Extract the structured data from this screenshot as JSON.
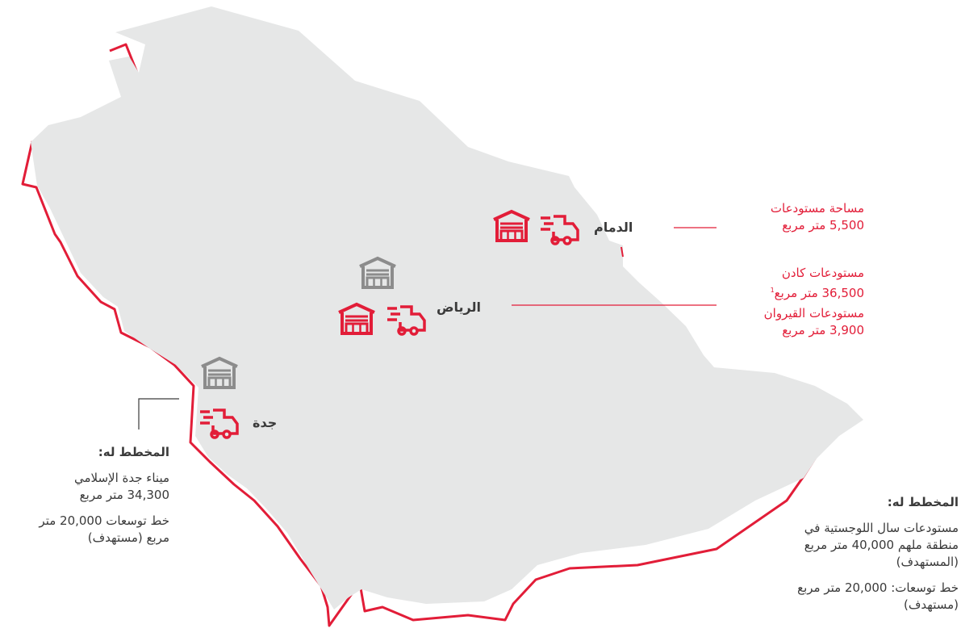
{
  "colors": {
    "accent": "#e21d38",
    "land": "#e6e7e7",
    "existing_icon": "#e21d38",
    "planned_icon": "#8c8c8c",
    "text": "#3a3a3a"
  },
  "cities": {
    "dammam": "الدمام",
    "riyadh": "الرياض",
    "jeddah": "جدة"
  },
  "dammam_info": {
    "line1": "مساحة مستودعات",
    "line2": "5,500 متر مربع"
  },
  "riyadh_info": {
    "kadan_name": "مستودعات كادن",
    "kadan_area": "36,500 متر مربع",
    "kadan_footnote": "1",
    "qairawan_name": "مستودعات القيروان",
    "qairawan_area": "3,900 متر مربع"
  },
  "jeddah_planned": {
    "heading": "المخطط له:",
    "line1": "ميناء جدة الإسلامي",
    "line2": "34,300 متر مربع",
    "line3": "خط توسعات 20,000 متر",
    "line4": "مربع (مستهدف)"
  },
  "east_planned": {
    "heading": "المخطط له:",
    "line1": "مستودعات سال اللوجستية في",
    "line2": "منطقة ملهم 40,000 متر مربع",
    "line3": "(المستهدف)",
    "line4": "خط توسعات: 20,000 متر مربع",
    "line5": "(مستهدف)"
  },
  "icons": [
    {
      "name": "dammam-warehouse-icon",
      "kind": "warehouse",
      "status": "existing"
    },
    {
      "name": "dammam-truck-icon",
      "kind": "truck",
      "status": "existing"
    },
    {
      "name": "riyadh-planned-warehouse-icon",
      "kind": "warehouse",
      "status": "planned"
    },
    {
      "name": "riyadh-warehouse-icon",
      "kind": "warehouse",
      "status": "existing"
    },
    {
      "name": "riyadh-truck-icon",
      "kind": "truck",
      "status": "existing"
    },
    {
      "name": "jeddah-planned-warehouse-icon",
      "kind": "warehouse",
      "status": "planned"
    },
    {
      "name": "jeddah-truck-icon",
      "kind": "truck",
      "status": "existing"
    }
  ]
}
